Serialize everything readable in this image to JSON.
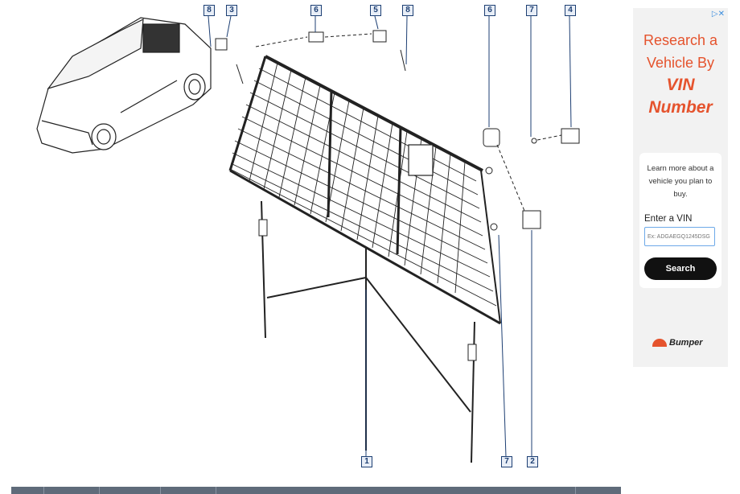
{
  "diagram": {
    "callouts": [
      "8",
      "3",
      "6",
      "5",
      "8",
      "6",
      "7",
      "4",
      "1",
      "7",
      "2"
    ]
  },
  "ad": {
    "choices": "▷✕",
    "headline_line1": "Research a",
    "headline_line2": "Vehicle By",
    "headline_em1": "VIN",
    "headline_em2": "Number",
    "description": "Learn more about a vehicle you plan to buy.",
    "vin_label": "Enter a VIN",
    "vin_placeholder": "Ex: ADGAEGQ1245DSG",
    "search_label": "Search",
    "brand": "Bumper"
  }
}
